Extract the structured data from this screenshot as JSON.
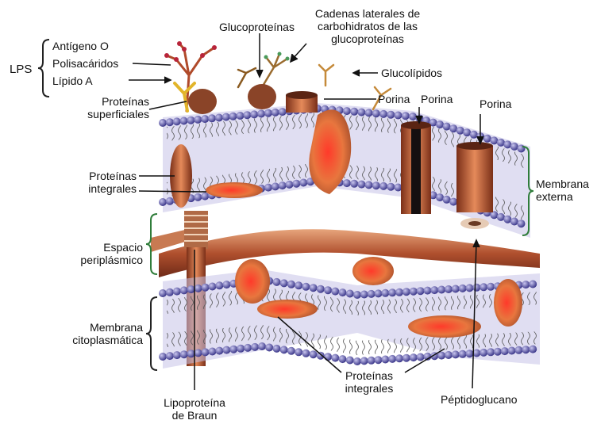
{
  "labels": {
    "lps": "LPS",
    "antigeno_o": "Antígeno O",
    "polisacaridos": "Polisacáridos",
    "lipido_a": "Lípido A",
    "glucoproteinas": "Glucoproteínas",
    "cadenas": [
      "Cadenas laterales de",
      "carbohidratos de  las",
      "glucoproteínas"
    ],
    "glucolipidos": "Glucolípidos",
    "proteinas_superficiales": [
      "Proteínas",
      "superficiales"
    ],
    "porina_1": "Porina",
    "porina_2": "Porina",
    "porina_3": "Porina",
    "proteinas_integrales_top": [
      "Proteínas",
      "integrales"
    ],
    "membrana_externa": [
      "Membrana",
      "externa"
    ],
    "espacio_periplasmico": [
      "Espacio",
      "periplásmico"
    ],
    "membrana_citoplasmatica": [
      "Membrana",
      "citoplasmática"
    ],
    "proteinas_integrales_bottom": [
      "Proteínas",
      "integrales"
    ],
    "peptidoglucano": "Péptidoglucano",
    "lipoproteina_braun": [
      "Lipoproteína",
      "de Braun"
    ]
  },
  "colors": {
    "phospholipid_head": "#6a64b8",
    "membrane_band": "#b9b3df",
    "protein": "#c9623a",
    "peptidoglycan": "#a0452c",
    "lps_chain": "#b04a2a",
    "bracket": "#2f7d3a"
  }
}
